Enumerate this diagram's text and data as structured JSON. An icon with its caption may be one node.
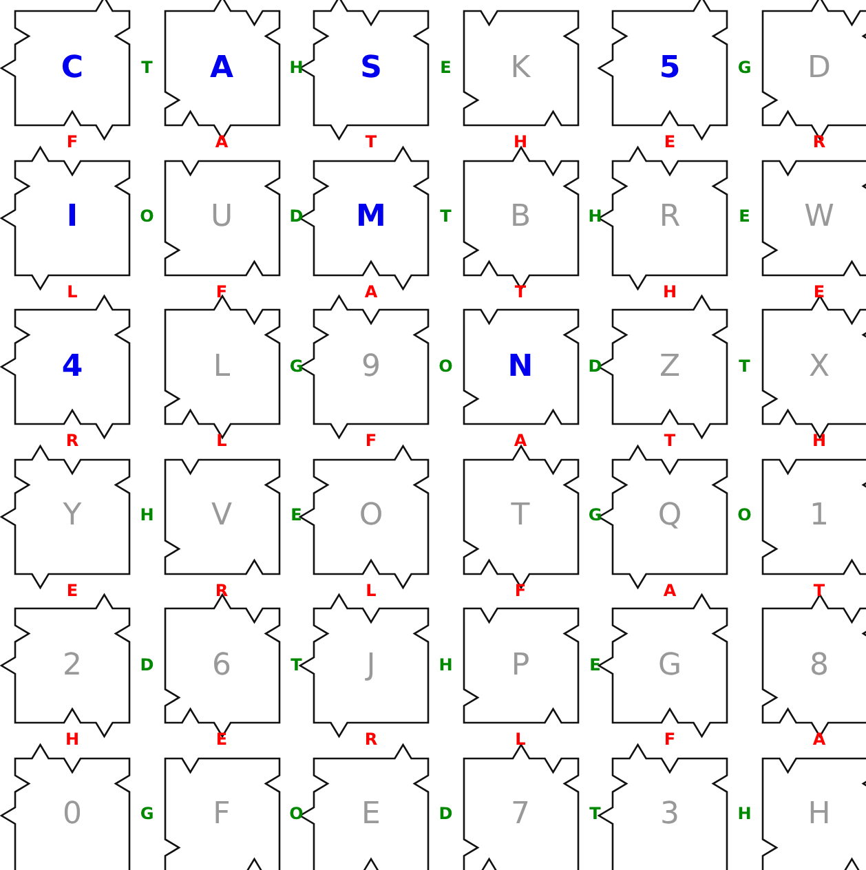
{
  "diagram": {
    "nodes": [
      {
        "text": [
          "C"
        ]
      },
      {
        "text": [
          "A"
        ]
      },
      {
        "text": [
          "S"
        ]
      },
      {
        "text": [
          "K"
        ]
      },
      {
        "text": [
          "5"
        ]
      },
      {
        "text": [
          "D"
        ]
      },
      {
        "text": [
          "I"
        ]
      },
      {
        "text": [
          "U"
        ]
      },
      {
        "text": [
          "M"
        ]
      },
      {
        "text": [
          "B"
        ]
      },
      {
        "text": [
          "R"
        ]
      },
      {
        "text": [
          "W"
        ]
      },
      {
        "text": [
          "4"
        ]
      },
      {
        "text": [
          "L"
        ]
      },
      {
        "text": [
          "9"
        ]
      },
      {
        "text": [
          "N"
        ]
      },
      {
        "text": [
          "Z"
        ]
      },
      {
        "text": [
          "X"
        ]
      },
      {
        "text": [
          "Y"
        ]
      },
      {
        "text": [
          "V"
        ]
      },
      {
        "text": [
          "O"
        ]
      },
      {
        "text": [
          "T"
        ]
      },
      {
        "text": [
          "Q"
        ]
      },
      {
        "text": [
          "1"
        ]
      },
      {
        "text": [
          "2"
        ]
      },
      {
        "text": [
          "6"
        ]
      },
      {
        "text": [
          "J"
        ]
      },
      {
        "text": [
          "P"
        ]
      },
      {
        "text": [
          "G"
        ]
      },
      {
        "text": [
          "8"
        ]
      },
      {
        "text": [
          "0"
        ]
      },
      {
        "text": [
          "F"
        ]
      },
      {
        "text": [
          "E"
        ]
      },
      {
        "text": [
          "7"
        ]
      },
      {
        "text": [
          "3"
        ]
      },
      {
        "text": [
          "H"
        ]
      }
    ],
    "labels": [
      "T",
      "H",
      "E",
      "G",
      "F",
      "A",
      "T",
      "H",
      "E",
      "R",
      "O",
      "D",
      "T",
      "H",
      "E",
      "L",
      "F",
      "A",
      "T",
      "H",
      "E",
      "G",
      "O",
      "D",
      "T",
      "R",
      "L",
      "F",
      "A",
      "T",
      "H",
      "H",
      "E",
      "G",
      "O",
      "E",
      "R",
      "L",
      "F",
      "A",
      "T",
      "D",
      "T",
      "H",
      "E",
      "H",
      "E",
      "R",
      "L",
      "F",
      "A",
      "G",
      "O",
      "D",
      "T",
      "H"
    ]
  }
}
